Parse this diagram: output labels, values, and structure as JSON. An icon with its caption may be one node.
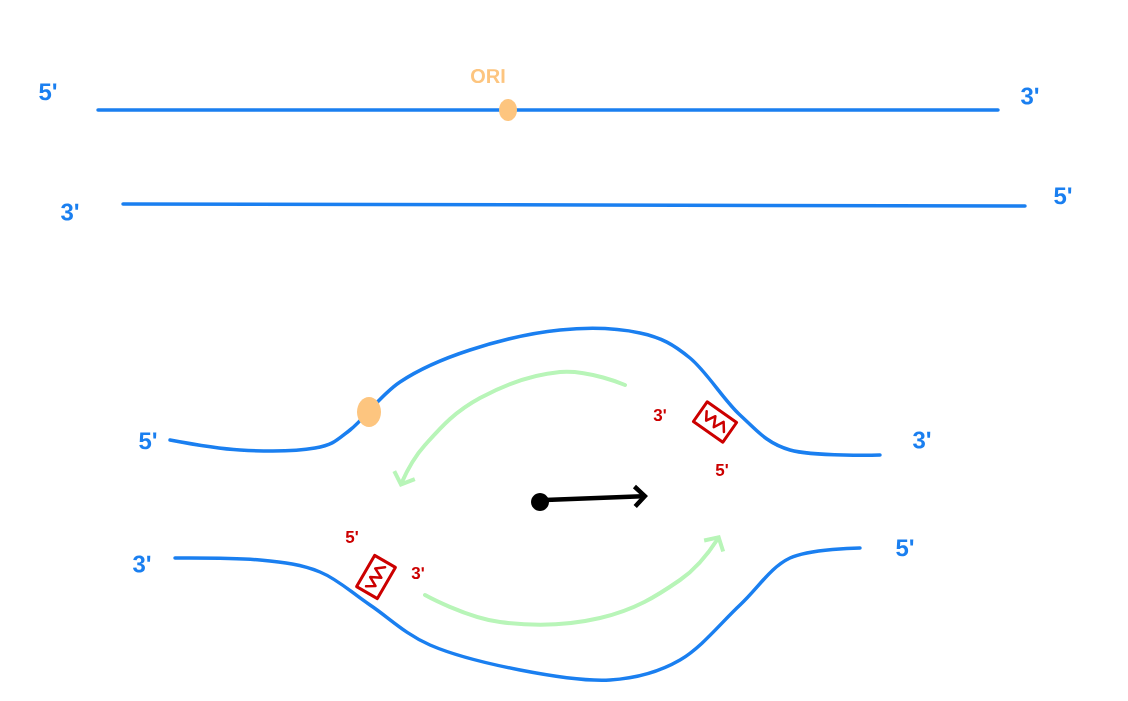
{
  "diagram": {
    "labels": [
      "5'",
      "ORI",
      "3'",
      "3'",
      "5'",
      "3'",
      "5'",
      "3'",
      "5'",
      "5'",
      "3'",
      "3'",
      "5'"
    ]
  }
}
